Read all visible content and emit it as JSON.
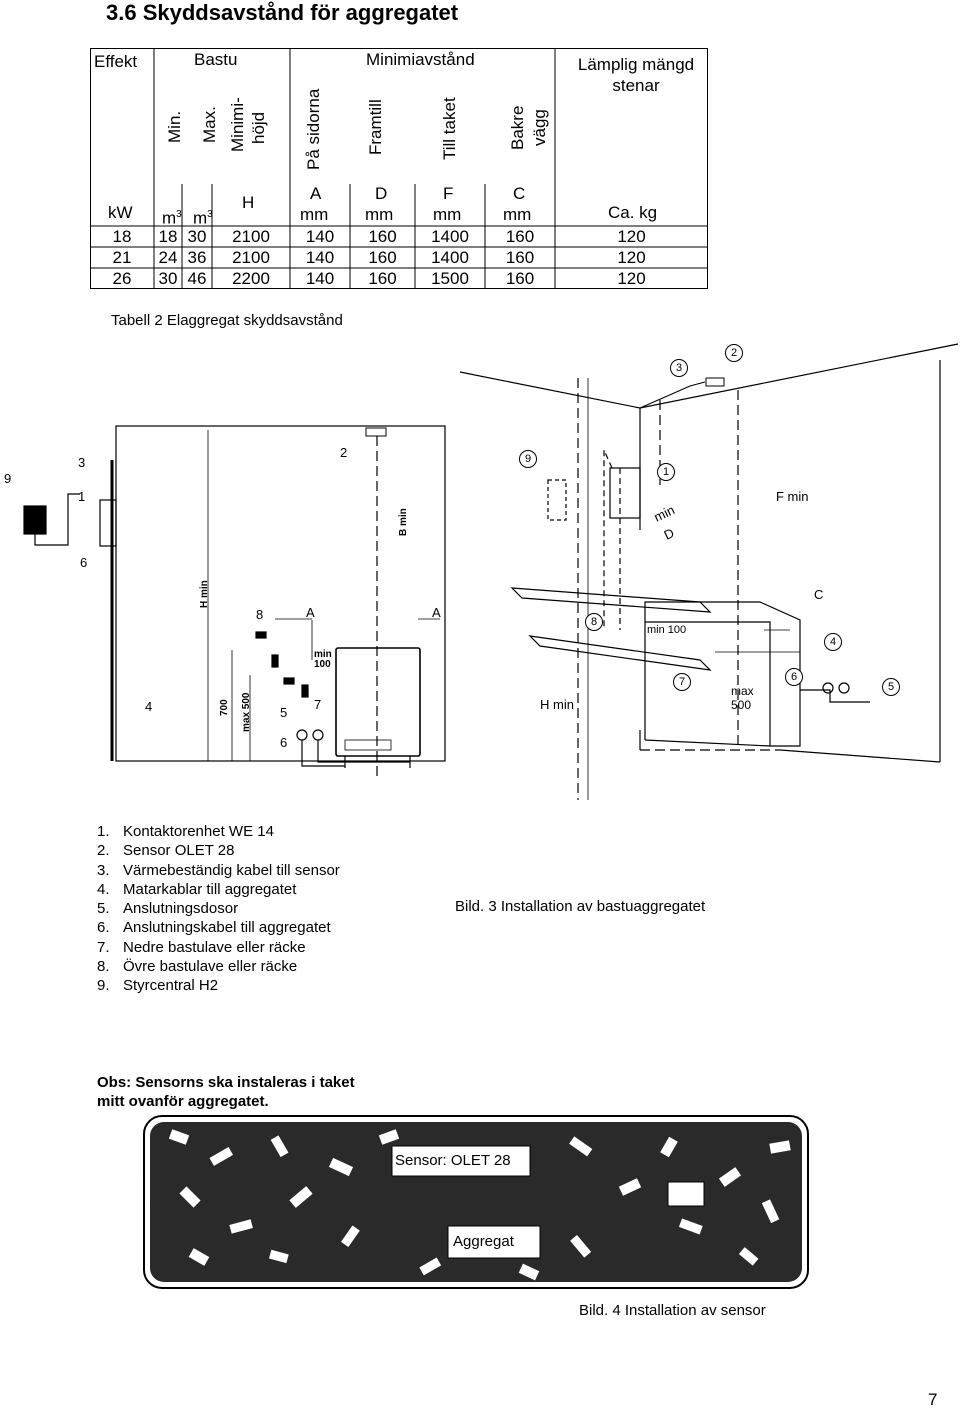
{
  "heading": "3.6 Skyddsavstånd för aggregatet",
  "table": {
    "header_top": {
      "effekt": "Effekt",
      "bastu": "Bastu",
      "minimiavstand": "Minimiavstånd",
      "lamplig": "Lämplig mängd stenar"
    },
    "header_rotated": {
      "min": "Min.",
      "max": "Max.",
      "minimihojd_1": "Minimi-",
      "minimihojd_2": "höjd",
      "pa_sidorna": "På sidorna",
      "framtill": "Framtill",
      "till_taket": "Till taket",
      "bakre_1": "Bakre",
      "bakre_2": "vägg"
    },
    "letters": {
      "h": "H",
      "a": "A",
      "d": "D",
      "f": "F",
      "c": "C"
    },
    "units": {
      "kw": "kW",
      "m3a": "m",
      "m3b": "m",
      "sup": "3",
      "mm1": "mm",
      "mm2": "mm",
      "mm3": "mm",
      "mm4": "mm",
      "kg": "Ca. kg"
    },
    "rows": [
      [
        "18",
        "18",
        "30",
        "2100",
        "140",
        "160",
        "1400",
        "160",
        "120"
      ],
      [
        "21",
        "24",
        "36",
        "2100",
        "140",
        "160",
        "1400",
        "160",
        "120"
      ],
      [
        "26",
        "30",
        "46",
        "2200",
        "140",
        "160",
        "1500",
        "160",
        "120"
      ]
    ],
    "caption": "Tabell 2 Elaggregat skyddsavstånd"
  },
  "diagram": {
    "labels": {
      "hmin": "H min",
      "bmin": "B min",
      "a_left": "A",
      "a_right": "A",
      "min100": "min",
      "min100b": "100",
      "v700": "700",
      "max500": "max 500",
      "fmin": "F min",
      "mind1": "min",
      "mind2": "D",
      "c": "C",
      "min100r": "min 100",
      "hmin_r": "H min",
      "max_r": "max",
      "max_r2": "500"
    },
    "numbers": {
      "n9": "9",
      "n3": "3",
      "n1": "1",
      "n6": "6",
      "n2": "2",
      "n8": "8",
      "n4": "4",
      "n5": "5",
      "n6b": "6",
      "n7": "7",
      "c3": "3",
      "c2": "2",
      "c9": "9",
      "c1": "1",
      "c8": "8",
      "c4": "4",
      "c7": "7",
      "c6": "6",
      "c5": "5"
    }
  },
  "legend": [
    {
      "num": "1.",
      "text": "Kontaktorenhet WE 14"
    },
    {
      "num": "2.",
      "text": "Sensor OLET 28"
    },
    {
      "num": "3.",
      "text": "Värmebeständig kabel till sensor"
    },
    {
      "num": "4.",
      "text": "Matarkablar till aggregatet"
    },
    {
      "num": "5.",
      "text": "Anslutningsdosor"
    },
    {
      "num": "6.",
      "text": "Anslutningskabel till aggregatet"
    },
    {
      "num": "7.",
      "text": "Nedre bastulave eller räcke"
    },
    {
      "num": "8.",
      "text": "Övre bastulave eller räcke"
    },
    {
      "num": "9.",
      "text": "Styrcentral  H2"
    }
  ],
  "figure3_caption": "Bild. 3 Installation av bastuaggregatet",
  "note_line1": "Obs: Sensorns ska instaleras i taket",
  "note_line2": "mitt ovanför aggregatet.",
  "figure4": {
    "sensor_label": "Sensor: OLET 28",
    "aggregat_label": "Aggregat",
    "caption": "Bild. 4  Installation av sensor"
  },
  "page_number": "7"
}
